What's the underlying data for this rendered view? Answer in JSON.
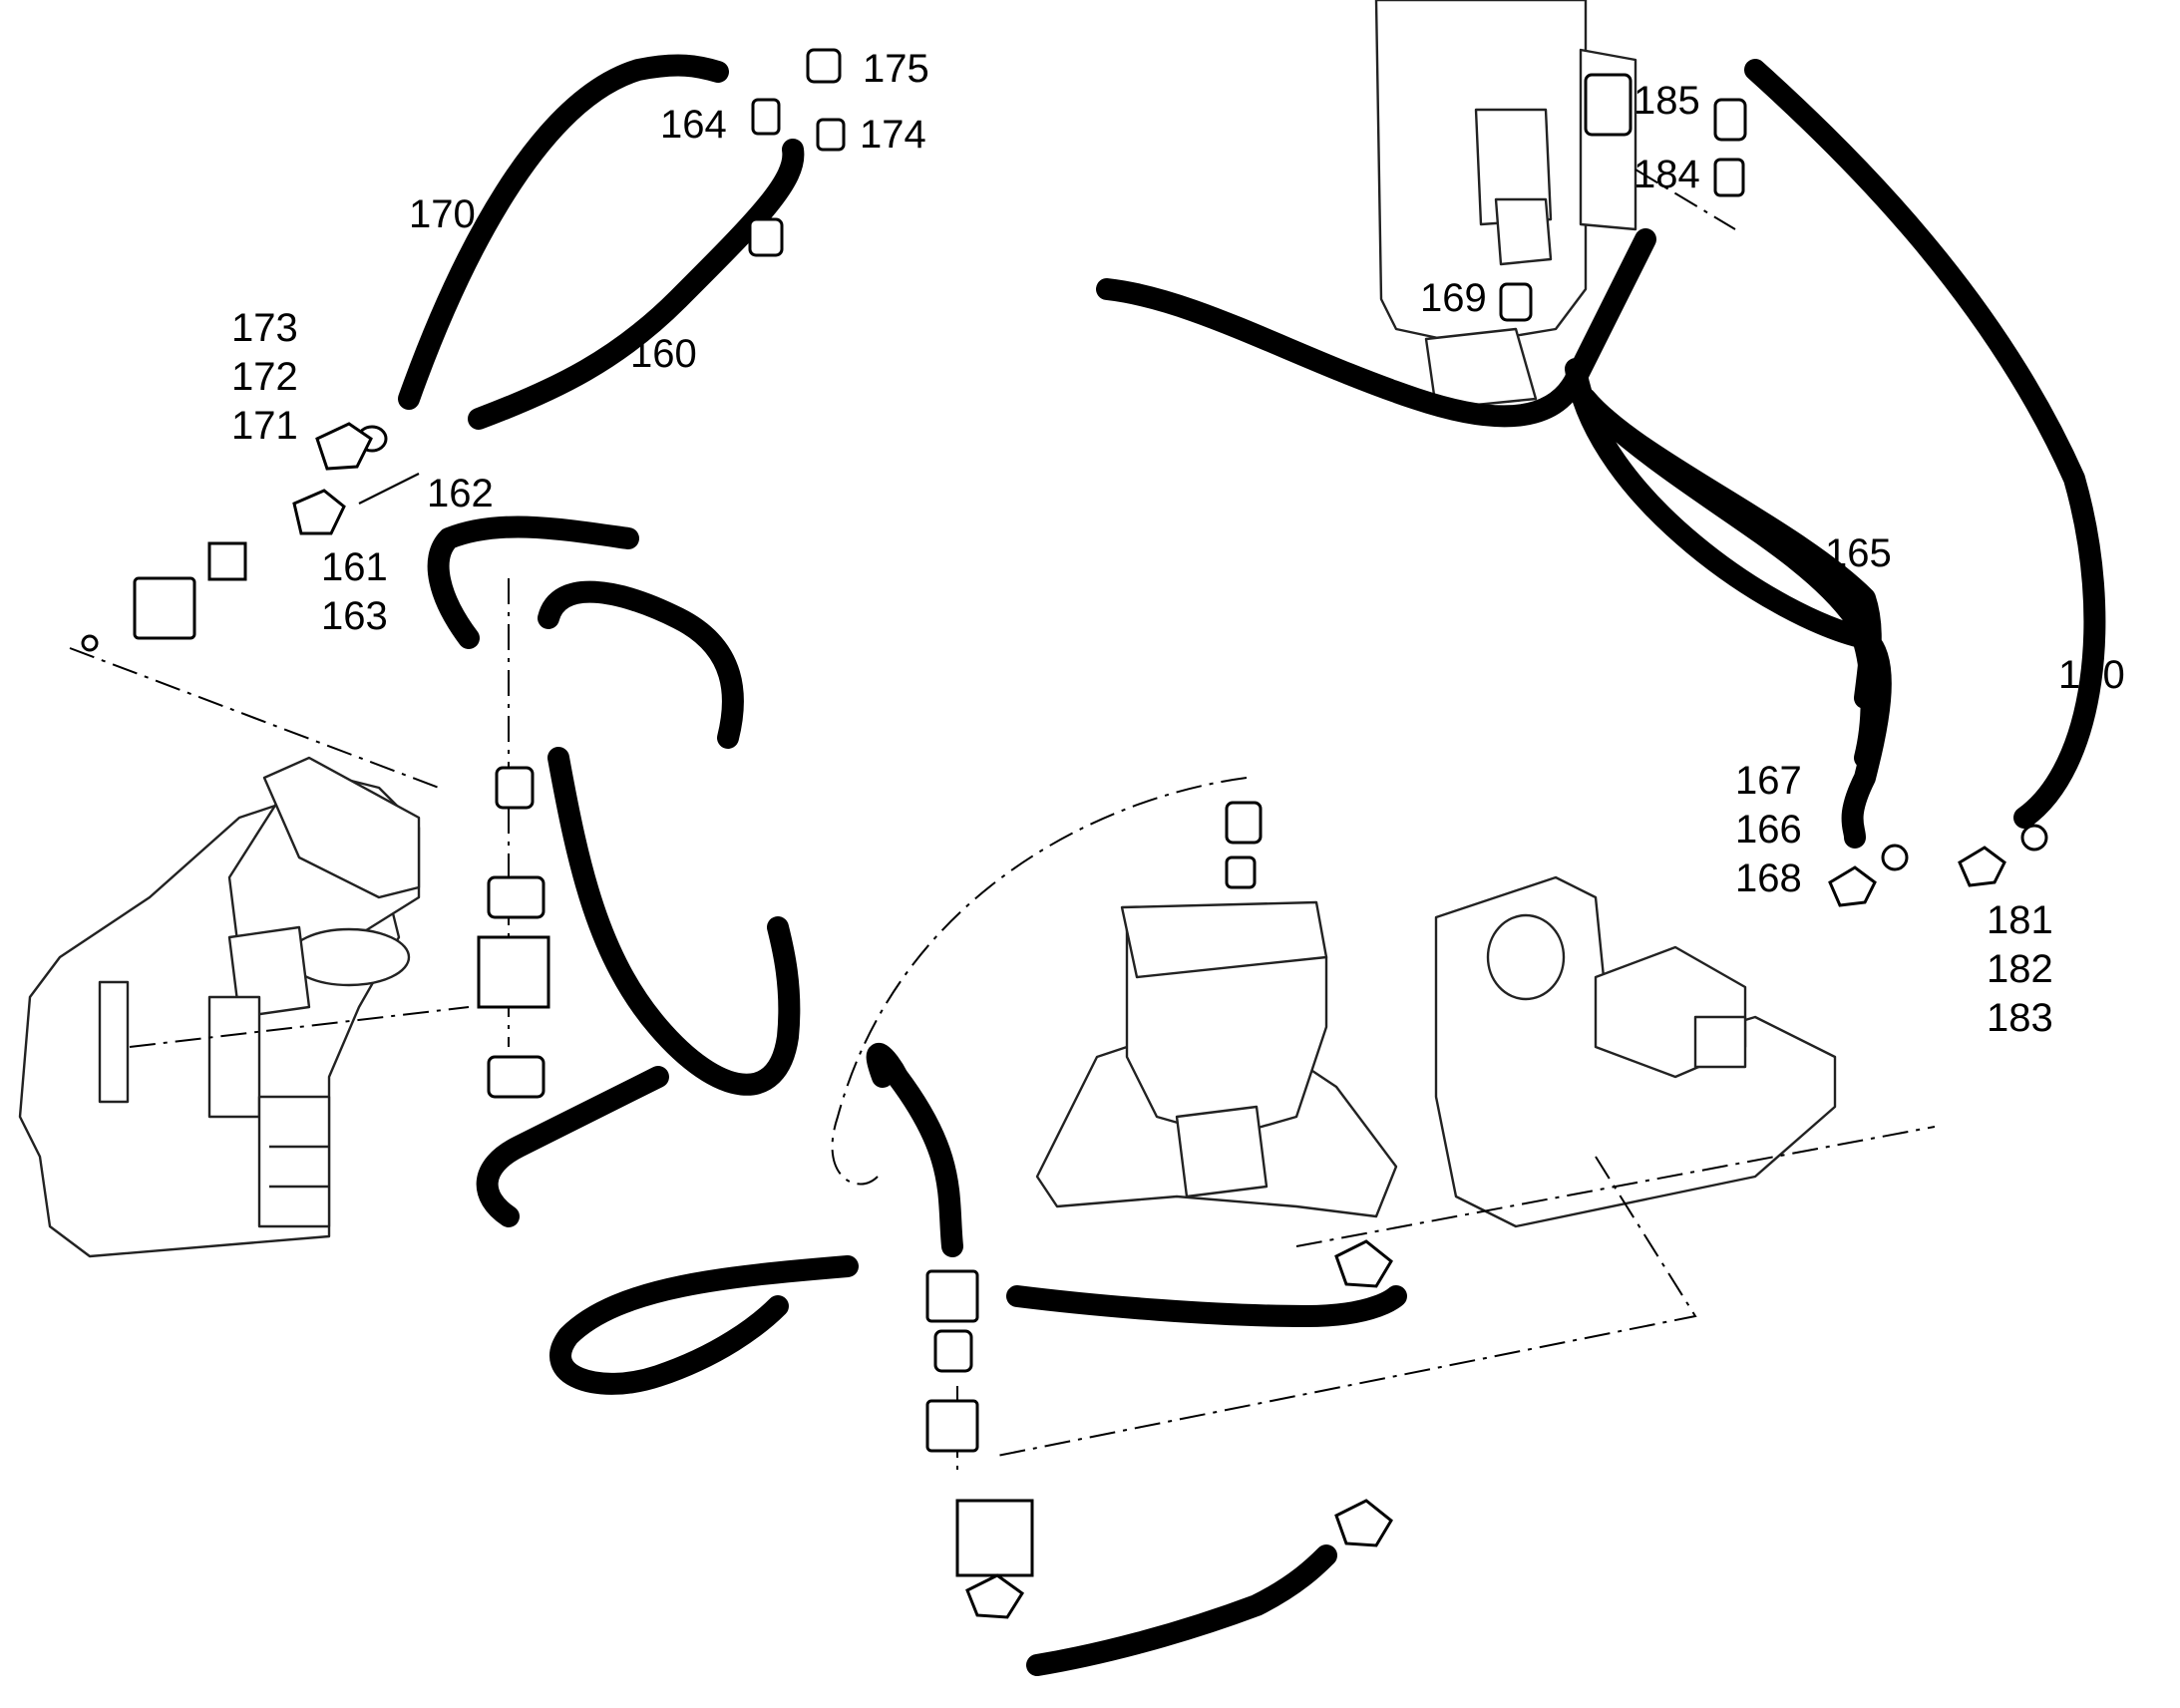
{
  "callouts": [
    {
      "label": "175"
    },
    {
      "label": "164"
    },
    {
      "label": "174"
    },
    {
      "label": "170"
    },
    {
      "label": "173"
    },
    {
      "label": "172"
    },
    {
      "label": "171"
    },
    {
      "label": "160"
    },
    {
      "label": "162"
    },
    {
      "label": "161"
    },
    {
      "label": "163"
    },
    {
      "label": "185"
    },
    {
      "label": "184"
    },
    {
      "label": "169"
    },
    {
      "label": "165"
    },
    {
      "label": "180"
    },
    {
      "label": "167"
    },
    {
      "label": "166"
    },
    {
      "label": "168"
    },
    {
      "label": "181"
    },
    {
      "label": "182"
    },
    {
      "label": "183"
    }
  ]
}
